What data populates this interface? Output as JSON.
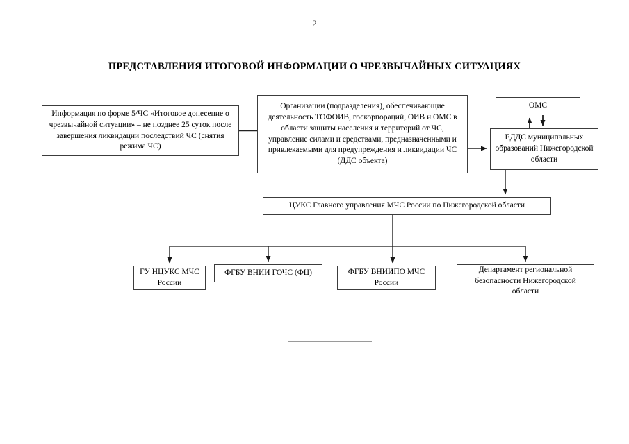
{
  "page": {
    "number": "2",
    "title": "ПРЕДСТАВЛЕНИЯ ИТОГОВОЙ ИНФОРМАЦИИ О ЧРЕЗВЫЧАЙНЫХ СИТУАЦИЯХ"
  },
  "colors": {
    "box_border": "#3c3c3c",
    "connector": "#222222",
    "page_background": "#ffffff",
    "text": "#000000",
    "footer_rule": "#9a9a9a"
  },
  "diagram": {
    "type": "flowchart",
    "nodes": [
      {
        "id": "form5",
        "label": "Информация по форме 5/ЧС «Итоговое донесение о чрезвычайной ситуации» – не позднее 25 суток после завершения ликвидации последствий ЧС (снятия режима ЧС)"
      },
      {
        "id": "orgs",
        "label": "Организации (подразделения), обеспечивающие деятельность ТОФОИВ, госкорпораций, ОИВ и ОМС в области защиты населения и территорий от ЧС, управление силами и средствами, предназначенными и привлекаемыми для предупреждения и ликвидации ЧС (ДДС объекта)"
      },
      {
        "id": "oms",
        "label": "ОМС"
      },
      {
        "id": "eddc",
        "label": "ЕДДС муниципальных образований Нижегородской области"
      },
      {
        "id": "cuks",
        "label": "ЦУКС Главного управления МЧС России по Нижегородской области"
      },
      {
        "id": "nckus",
        "label": "ГУ НЦУКС МЧС России"
      },
      {
        "id": "gochs",
        "label": "ФГБУ ВНИИ ГОЧС (ФЦ)"
      },
      {
        "id": "vniipo",
        "label": "ФГБУ ВНИИПО МЧС России"
      },
      {
        "id": "dept",
        "label": "Департамент региональной безопасности Нижегородской области"
      }
    ],
    "edges": [
      {
        "from": "form5",
        "to": "orgs",
        "arrow": "none"
      },
      {
        "from": "orgs",
        "to": "eddc",
        "arrow": "single"
      },
      {
        "from": "eddc",
        "to": "oms",
        "arrow": "bidirectional"
      },
      {
        "from": "eddc",
        "to": "cuks",
        "arrow": "single"
      },
      {
        "from": "cuks",
        "to": "nckus",
        "arrow": "single"
      },
      {
        "from": "cuks",
        "to": "gochs",
        "arrow": "single"
      },
      {
        "from": "cuks",
        "to": "vniipo",
        "arrow": "single"
      },
      {
        "from": "cuks",
        "to": "dept",
        "arrow": "single"
      }
    ]
  },
  "footer": {
    "rule_visible": true
  }
}
